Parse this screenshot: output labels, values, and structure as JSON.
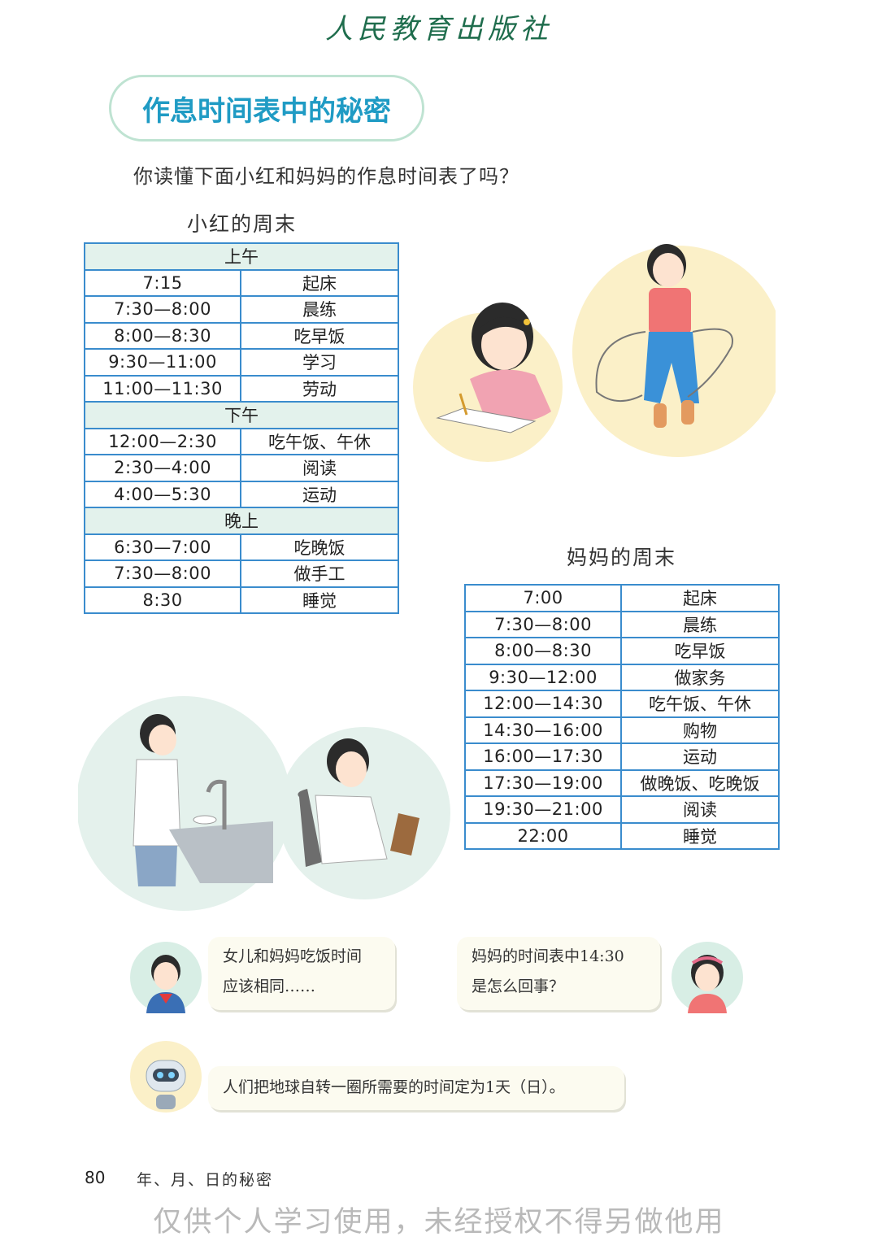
{
  "publisher": "人民教育出版社",
  "title": "作息时间表中的秘密",
  "question": "你读懂下面小红和妈妈的作息时间表了吗？",
  "xiaohong": {
    "caption": "小红的周末",
    "sections": [
      {
        "label": "上午",
        "rows": [
          [
            "7:15",
            "起床"
          ],
          [
            "7:30—8:00",
            "晨练"
          ],
          [
            "8:00—8:30",
            "吃早饭"
          ],
          [
            "9:30—11:00",
            "学习"
          ],
          [
            "11:00—11:30",
            "劳动"
          ]
        ]
      },
      {
        "label": "下午",
        "rows": [
          [
            "12:00—2:30",
            "吃午饭、午休"
          ],
          [
            "2:30—4:00",
            "阅读"
          ],
          [
            "4:00—5:30",
            "运动"
          ]
        ]
      },
      {
        "label": "晚上",
        "rows": [
          [
            "6:30—7:00",
            "吃晚饭"
          ],
          [
            "7:30—8:00",
            "做手工"
          ],
          [
            "8:30",
            "睡觉"
          ]
        ]
      }
    ]
  },
  "mom": {
    "caption": "妈妈的周末",
    "rows": [
      [
        "7:00",
        "起床"
      ],
      [
        "7:30—8:00",
        "晨练"
      ],
      [
        "8:00—8:30",
        "吃早饭"
      ],
      [
        "9:30—12:00",
        "做家务"
      ],
      [
        "12:00—14:30",
        "吃午饭、午休"
      ],
      [
        "14:30—16:00",
        "购物"
      ],
      [
        "16:00—17:30",
        "运动"
      ],
      [
        "17:30—19:00",
        "做晚饭、吃晚饭"
      ],
      [
        "19:30—21:00",
        "阅读"
      ],
      [
        "22:00",
        "睡觉"
      ]
    ]
  },
  "bubbles": {
    "boy": [
      "女儿和妈妈吃饭时间",
      "应该相同……"
    ],
    "girl": [
      "妈妈的时间表中14:30",
      "是怎么回事？"
    ],
    "robot": "人们把地球自转一圈所需要的时间定为1天（日）。"
  },
  "footer": {
    "page_number": "80",
    "section": "年、月、日的秘密"
  },
  "watermark": "仅供个人学习使用，未经授权不得另做他用",
  "colors": {
    "table_border": "#3a8ccd",
    "section_fill": "#e3f2ec",
    "title_blue": "#1f9bc4",
    "pill_border": "#bfe3d2"
  }
}
